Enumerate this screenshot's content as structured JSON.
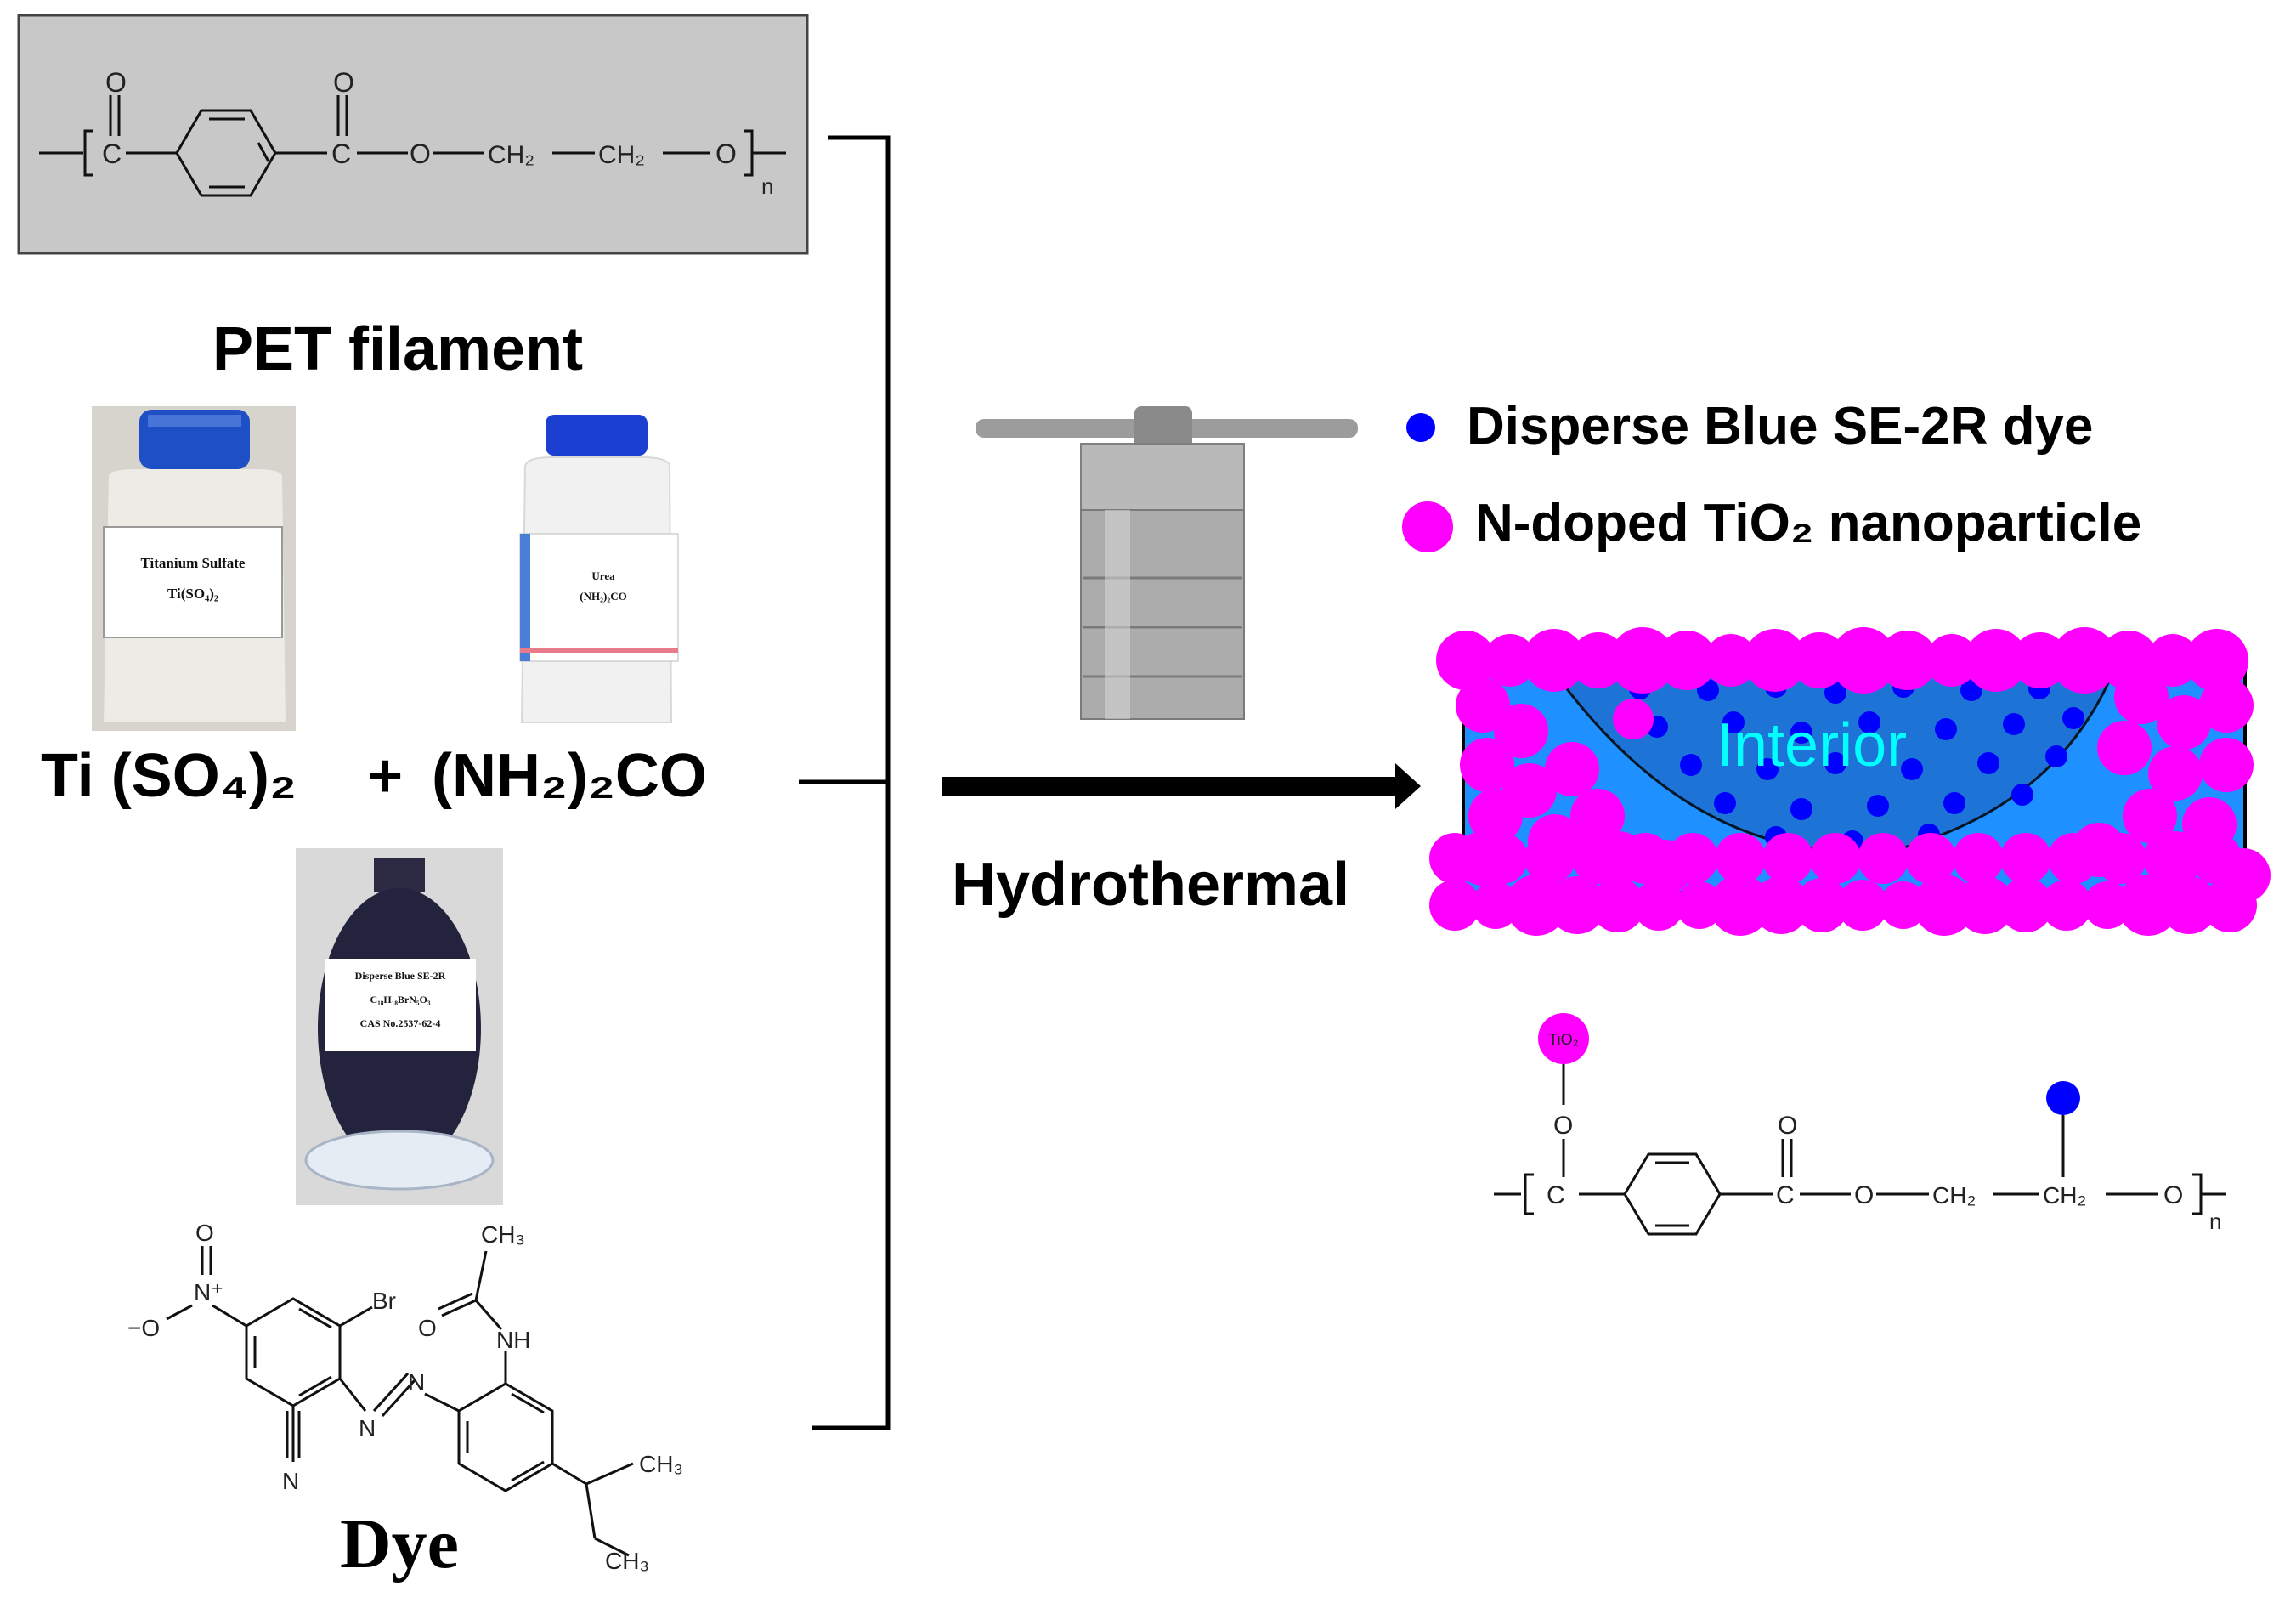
{
  "pet": {
    "title": "PET filament",
    "chem": {
      "o_top": "O",
      "c": "C",
      "o": "O",
      "ch2": "CH₂",
      "n": "n"
    }
  },
  "reagents": {
    "ti_sulfate": "Ti (SO₄)₂",
    "plus": "+",
    "urea": "(NH₂)₂CO",
    "bottle1": [
      "Titanium Sulfate",
      "Ti(SO₄)₂"
    ],
    "bottle2": [
      "Urea",
      "(NH₂)₂CO"
    ],
    "flask": [
      "Disperse Blue SE-2R",
      "C₁₈H₁₈BrN₅O₃",
      "CAS No.2537-62-4"
    ]
  },
  "dye": {
    "label": "Dye",
    "atoms": {
      "o": "O",
      "o_minus": "−O",
      "n_plus": "N⁺",
      "br": "Br",
      "n": "N",
      "nh": "NH",
      "ch3": "CH₃"
    }
  },
  "process": {
    "label": "Hydrothermal"
  },
  "legend": {
    "items": [
      {
        "label": "Disperse Blue SE-2R dye",
        "color": "#0000ff"
      },
      {
        "label": "N-doped TiO₂ nanoparticle",
        "color": "#ff00ff"
      }
    ]
  },
  "fiber": {
    "interior_label": "Interior",
    "fill_color": "#1e90ff",
    "label_color": "#00ffff"
  },
  "product": {
    "tio2_label": "TiO₂",
    "chem": {
      "o": "O",
      "c": "C",
      "ch2": "CH₂",
      "n": "n"
    }
  }
}
